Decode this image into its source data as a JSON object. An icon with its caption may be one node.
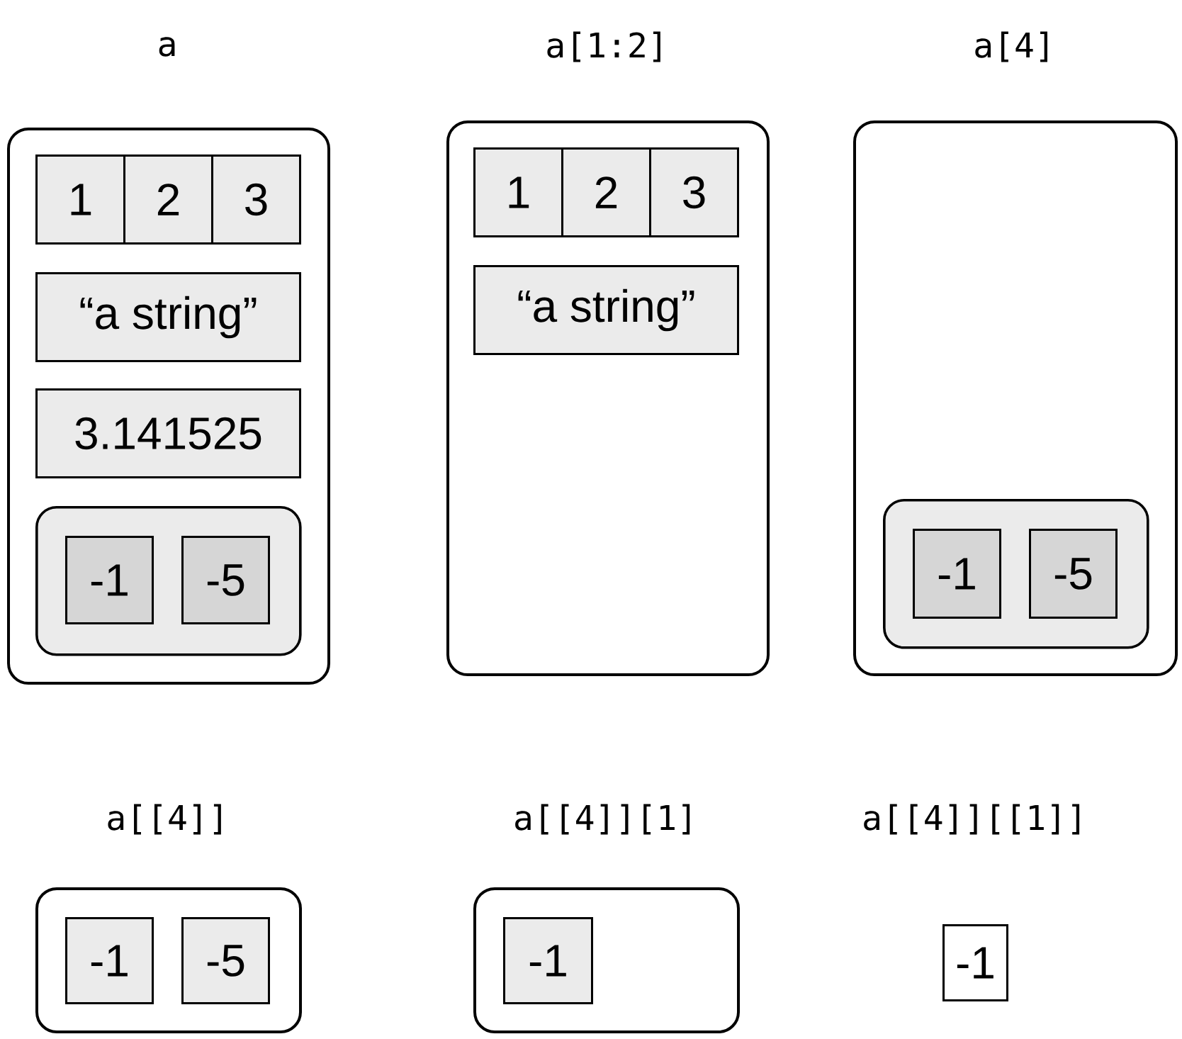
{
  "diagram": {
    "nodes": [
      {
        "text": [
          "a"
        ]
      },
      {
        "text": [
          "1"
        ],
        "in": 0
      },
      {
        "text": [
          "2"
        ],
        "in": 0
      },
      {
        "text": [
          "3"
        ],
        "in": 0
      },
      {
        "text": [
          "“a string”"
        ],
        "in": 0
      },
      {
        "text": [
          "3.141525"
        ],
        "in": 0
      },
      {
        "text": [],
        "shape": "box",
        "in": 0
      },
      {
        "text": [
          "-1"
        ],
        "in": 6
      },
      {
        "text": [
          "-5"
        ],
        "in": 6
      },
      {
        "text": [
          "a[1:2]"
        ]
      },
      {
        "text": [
          "1"
        ],
        "in": 9
      },
      {
        "text": [
          "2"
        ],
        "in": 9
      },
      {
        "text": [
          "3"
        ],
        "in": 9
      },
      {
        "text": [
          "“a string”"
        ],
        "in": 9
      },
      {
        "text": [
          "a[4]"
        ]
      },
      {
        "text": [],
        "shape": "box",
        "in": 14
      },
      {
        "text": [
          "-1"
        ],
        "in": 15
      },
      {
        "text": [
          "-5"
        ],
        "in": 15
      },
      {
        "text": [
          "a[[4]]"
        ]
      },
      {
        "text": [
          "-1"
        ],
        "in": 18
      },
      {
        "text": [
          "-5"
        ],
        "in": 18
      },
      {
        "text": [
          "a[[4]][1]"
        ]
      },
      {
        "text": [
          "-1"
        ],
        "in": 21
      },
      {
        "text": [
          "a[[4]][[1]]",
          "-1"
        ]
      }
    ],
    "edges": []
  }
}
